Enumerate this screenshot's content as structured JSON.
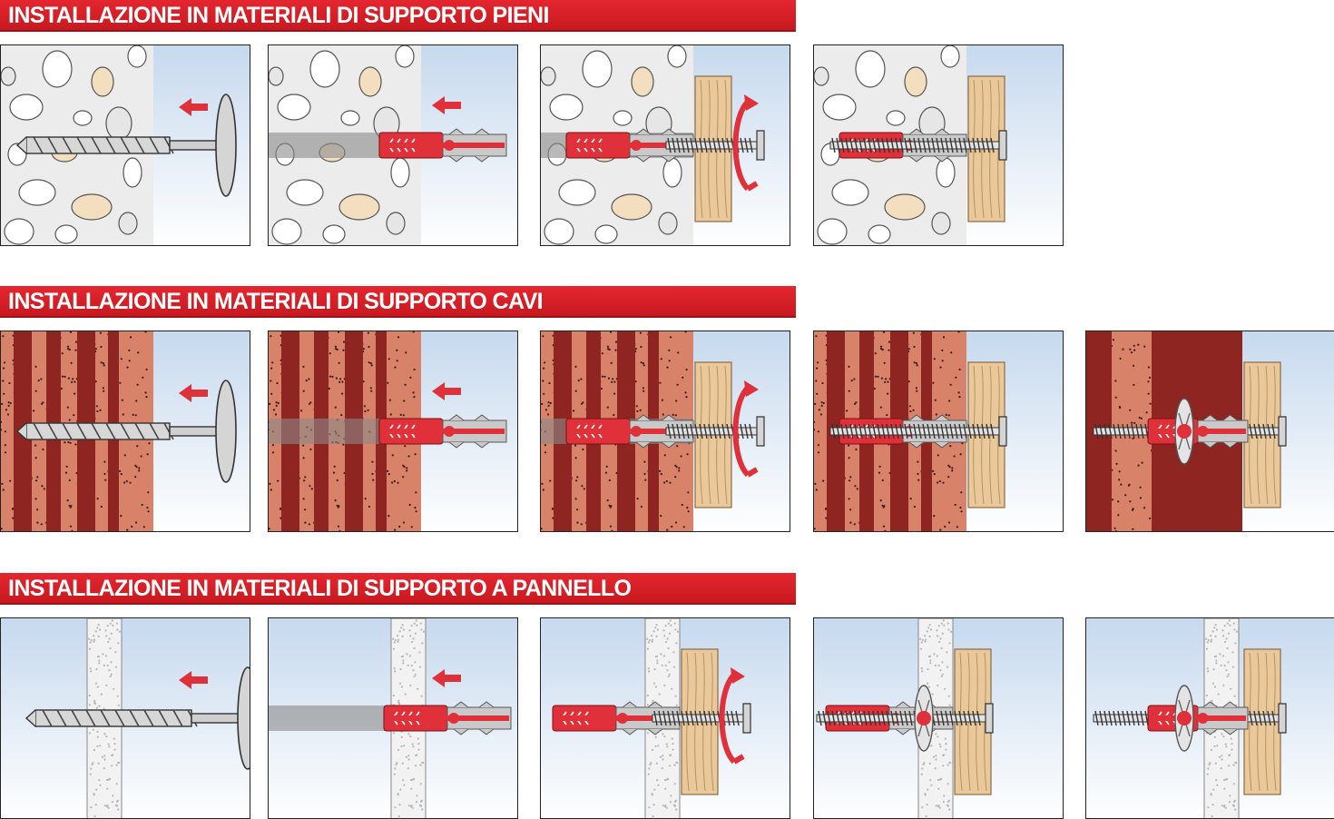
{
  "sections": [
    {
      "title": "INSTALLAZIONE IN MATERIALI DI SUPPORTO PIENI",
      "material": "solid"
    },
    {
      "title": "INSTALLAZIONE IN MATERIALI DI SUPPORTO CAVI",
      "material": "hollow"
    },
    {
      "title": "INSTALLAZIONE IN MATERIALI DI SUPPORTO A PANNELLO",
      "material": "panel"
    }
  ],
  "colors": {
    "banner_red": "#d01f26",
    "anchor_red": "#e0303a",
    "anchor_grey": "#c9c9c9",
    "sky_blue": "#c6d9ee",
    "concrete": "#ececec",
    "brick": "#d9826a",
    "brick_dark": "#8e2520",
    "wood": "#e9c99b",
    "board": "#f2f2f2"
  },
  "steps": {
    "drill": "drill-hole",
    "insert": "insert-anchor",
    "screw": "drive-screw",
    "done": "anchor-expanded",
    "knot": "anchor-knotted"
  },
  "icons": [
    "arrow-left-icon",
    "rotation-arrow-icon",
    "drill-bit-icon",
    "wall-plug-icon",
    "screw-icon",
    "wood-board-icon"
  ]
}
